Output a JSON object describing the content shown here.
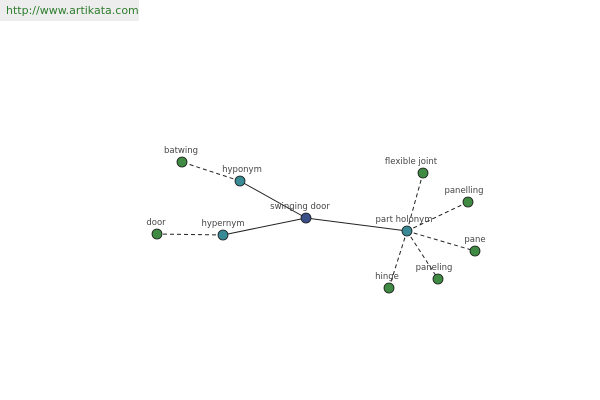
{
  "source_url": "http://www.artikata.com",
  "colors": {
    "center": "#3a4f86",
    "relation": "#3a8a96",
    "word": "#3f8b43",
    "edge": "#222222",
    "source_text": "#2e7d2e"
  },
  "graph": {
    "nodes": [
      {
        "id": "swinging-door",
        "label": "swinging door",
        "kind": "center"
      },
      {
        "id": "hyponym",
        "label": "hyponym",
        "kind": "relation"
      },
      {
        "id": "hypernym",
        "label": "hypernym",
        "kind": "relation"
      },
      {
        "id": "part-holonym",
        "label": "part holonym",
        "kind": "relation"
      },
      {
        "id": "batwing",
        "label": "batwing",
        "kind": "word"
      },
      {
        "id": "door",
        "label": "door",
        "kind": "word"
      },
      {
        "id": "flexible-joint",
        "label": "flexible joint",
        "kind": "word"
      },
      {
        "id": "panelling",
        "label": "panelling",
        "kind": "word"
      },
      {
        "id": "pane",
        "label": "pane",
        "kind": "word"
      },
      {
        "id": "paneling",
        "label": "paneling",
        "kind": "word"
      },
      {
        "id": "hinge",
        "label": "hinge",
        "kind": "word"
      }
    ],
    "edges": [
      {
        "from": "swinging-door",
        "to": "hyponym",
        "style": "solid"
      },
      {
        "from": "swinging-door",
        "to": "hypernym",
        "style": "solid"
      },
      {
        "from": "swinging-door",
        "to": "part-holonym",
        "style": "solid"
      },
      {
        "from": "hyponym",
        "to": "batwing",
        "style": "dashed"
      },
      {
        "from": "hypernym",
        "to": "door",
        "style": "dashed"
      },
      {
        "from": "part-holonym",
        "to": "flexible-joint",
        "style": "dashed"
      },
      {
        "from": "part-holonym",
        "to": "panelling",
        "style": "dashed"
      },
      {
        "from": "part-holonym",
        "to": "pane",
        "style": "dashed"
      },
      {
        "from": "part-holonym",
        "to": "paneling",
        "style": "dashed"
      },
      {
        "from": "part-holonym",
        "to": "hinge",
        "style": "dashed"
      }
    ]
  }
}
